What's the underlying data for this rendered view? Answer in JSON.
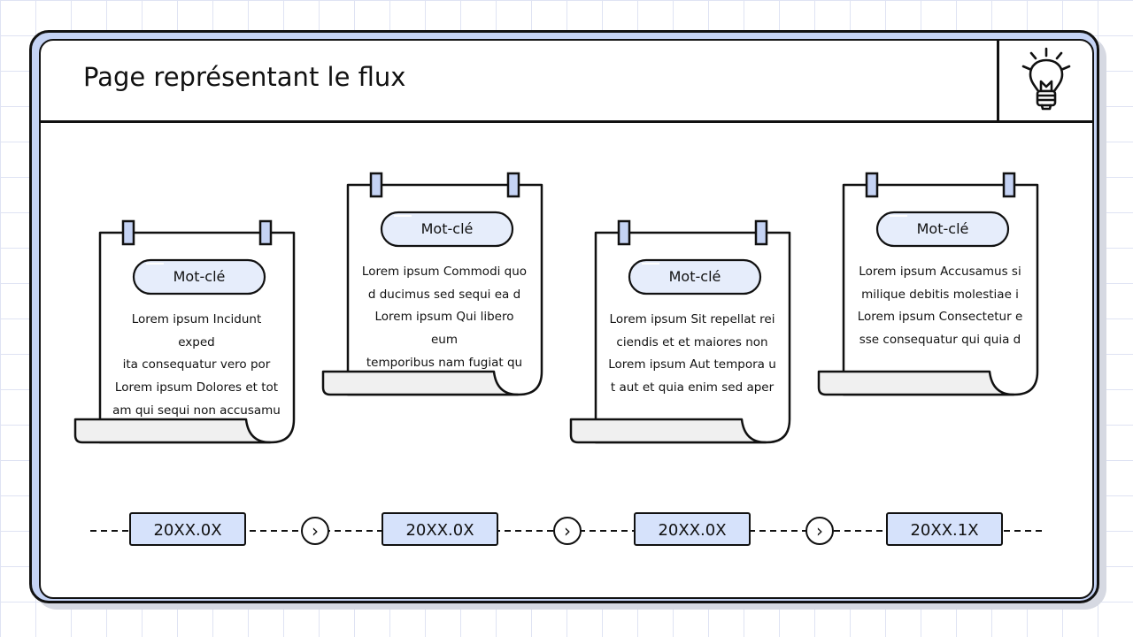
{
  "slide": {
    "title": "Page représentant le flux",
    "icon": "lightbulb-icon"
  },
  "colors": {
    "accent": "#c5d3f4",
    "keyword_fill": "#e6edfb",
    "date_fill": "#d6e2fb",
    "tab_fill": "#c5d3f4",
    "curl_fill": "#f0f0f0"
  },
  "notes": [
    {
      "keyword": "Mot-clé",
      "lines": [
        "Lorem ipsum Incidunt exped",
        "ita consequatur vero por",
        "Lorem ipsum Dolores et tot",
        "am qui sequi non accusamu"
      ]
    },
    {
      "keyword": "Mot-clé",
      "lines": [
        "Lorem ipsum Commodi quo",
        "d ducimus sed sequi ea d",
        "Lorem ipsum Qui libero eum",
        "temporibus nam fugiat qu"
      ]
    },
    {
      "keyword": "Mot-clé",
      "lines": [
        "Lorem ipsum Sit repellat rei",
        "ciendis et et maiores non",
        "Lorem ipsum Aut tempora u",
        "t aut et quia enim sed aper"
      ]
    },
    {
      "keyword": "Mot-clé",
      "lines": [
        "Lorem ipsum Accusamus si",
        "milique debitis molestiae i",
        "Lorem ipsum Consectetur e",
        "sse consequatur qui quia d"
      ]
    }
  ],
  "timeline": {
    "dates": [
      "20XX.0X",
      "20XX.0X",
      "20XX.0X",
      "20XX.1X"
    ],
    "arrow_icon": "chevron-right-icon"
  }
}
